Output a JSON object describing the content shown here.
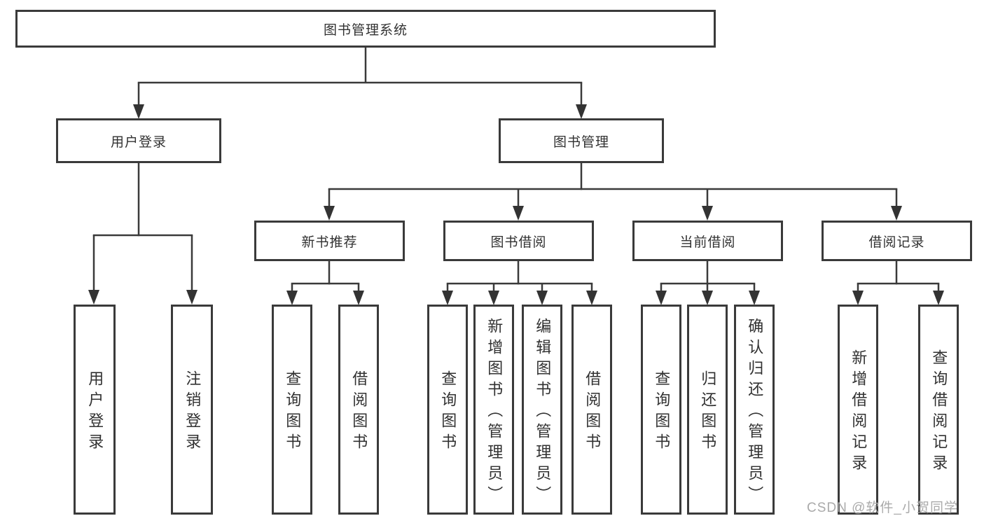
{
  "watermark": {
    "text": "CSDN @软件_小贺同学"
  },
  "colors": {
    "line": "#3a3a3a",
    "border": "#3a3a3a",
    "text": "#313131",
    "watermark": "#aaaaaa",
    "background": "#ffffff"
  },
  "tree": {
    "label": "图书管理系统",
    "children": [
      {
        "label": "用户登录",
        "children": [
          {
            "label": "用户登录"
          },
          {
            "label": "注销登录"
          }
        ]
      },
      {
        "label": "图书管理",
        "children": [
          {
            "label": "新书推荐",
            "children": [
              {
                "label": "查询图书"
              },
              {
                "label": "借阅图书"
              }
            ]
          },
          {
            "label": "图书借阅",
            "children": [
              {
                "label": "查询图书"
              },
              {
                "label": "新增图书（管理员）"
              },
              {
                "label": "编辑图书（管理员）"
              },
              {
                "label": "借阅图书"
              }
            ]
          },
          {
            "label": "当前借阅",
            "children": [
              {
                "label": "查询图书"
              },
              {
                "label": "归还图书"
              },
              {
                "label": "确认归还（管理员）"
              }
            ]
          },
          {
            "label": "借阅记录",
            "children": [
              {
                "label": "新增借阅记录"
              },
              {
                "label": "查询借阅记录"
              }
            ]
          }
        ]
      }
    ]
  }
}
